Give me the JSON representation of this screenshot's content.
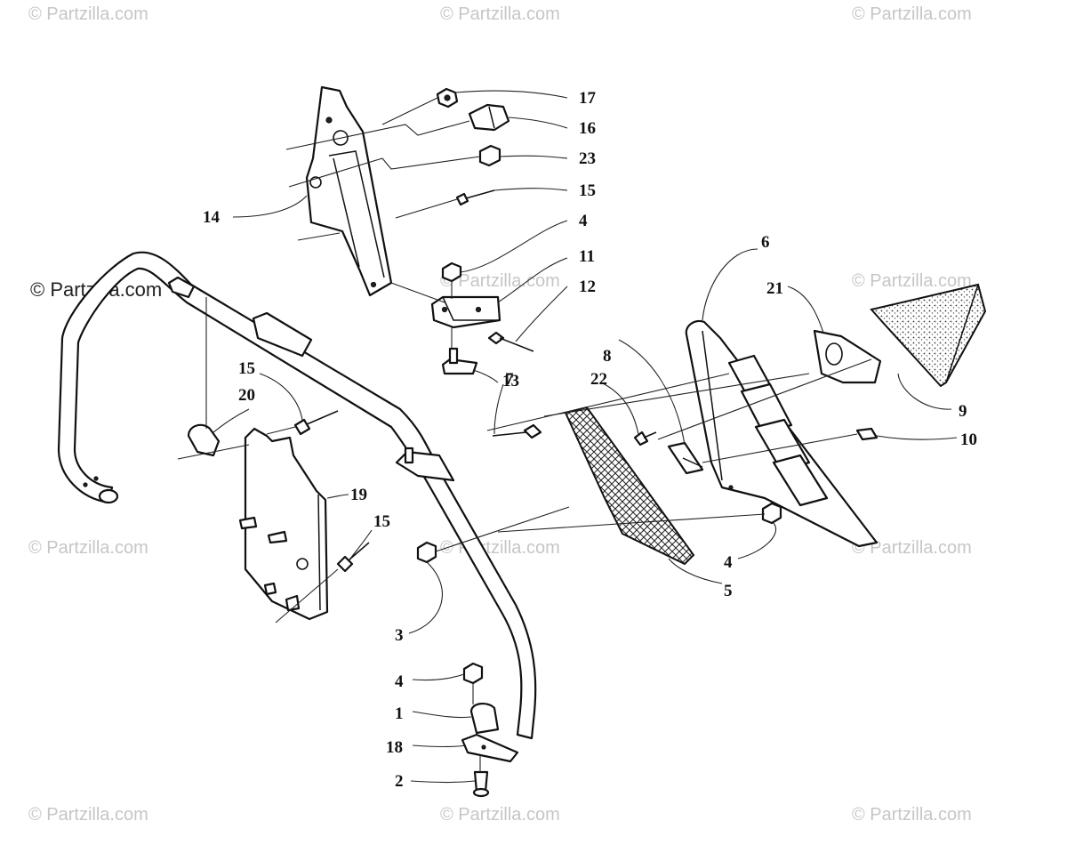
{
  "watermark": {
    "text": "© Partzilla.com"
  },
  "callouts": {
    "c1": "1",
    "c2": "2",
    "c3": "3",
    "c4a": "4",
    "c4b": "4",
    "c4c": "4",
    "c5": "5",
    "c6": "6",
    "c7": "7",
    "c8": "8",
    "c9": "9",
    "c10": "10",
    "c11": "11",
    "c12": "12",
    "c13": "13",
    "c14": "14",
    "c15a": "15",
    "c15b": "15",
    "c15c": "15",
    "c16": "16",
    "c17": "17",
    "c18": "18",
    "c19": "19",
    "c20": "20",
    "c21": "21",
    "c22": "22",
    "c23": "23"
  },
  "colors": {
    "background": "#ffffff",
    "line": "#111111",
    "watermark": "#c6c6c6"
  }
}
